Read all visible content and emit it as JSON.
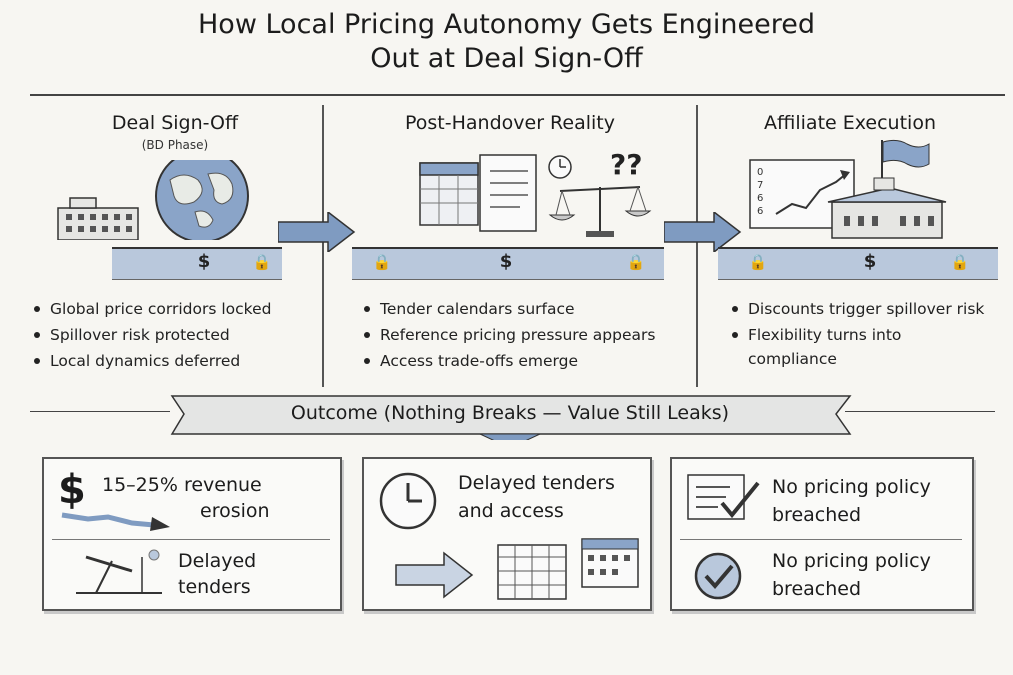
{
  "title_line1": "How Local Pricing Autonomy Gets Engineered",
  "title_line2": "Out at Deal Sign-Off",
  "columns": [
    {
      "title": "Deal Sign-Off",
      "subtitle": "(BD Phase)",
      "bullets": [
        "Global price corridors locked",
        "Spillover risk protected",
        "Local dynamics deferred"
      ]
    },
    {
      "title": "Post-Handover Reality",
      "subtitle": "",
      "bullets": [
        "Tender calendars surface",
        "Reference pricing pressure appears",
        "Access trade-offs emerge"
      ]
    },
    {
      "title": "Affiliate Execution",
      "subtitle": "",
      "bullets": [
        "Discounts trigger spillover risk",
        "Flexibility turns into",
        "compliance"
      ]
    }
  ],
  "shelf_symbols": {
    "lock": "🔒",
    "dollar": "$"
  },
  "col2_question": "??",
  "chart_axis_digits": [
    "0",
    "7",
    "6",
    "6"
  ],
  "outcome_banner": "Outcome (Nothing Breaks — Value Still Leaks)",
  "box1": {
    "dollar": "$",
    "top_line1": "15–25% revenue",
    "top_line2": "erosion",
    "bottom_line1": "Delayed",
    "bottom_line2": "tenders"
  },
  "box2": {
    "line1": "Delayed tenders",
    "line2": "and access"
  },
  "box3": {
    "top_line1": "No pricing policy",
    "top_line2": "breached",
    "bottom_line1": "No pricing policy",
    "bottom_line2": "breached"
  },
  "colors": {
    "accent_blue": "#7f9bc1",
    "shelf_blue": "#b9c8dc",
    "ink": "#222222"
  }
}
